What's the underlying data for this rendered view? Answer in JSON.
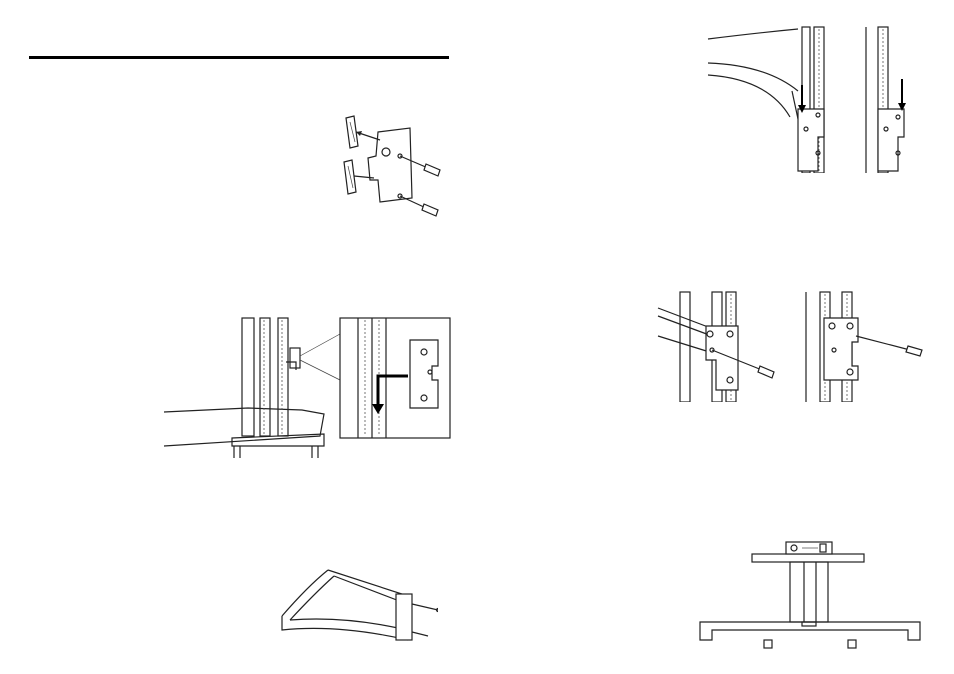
{
  "page": {
    "left_column": {
      "figures": [
        {
          "name": "bracket-spacer-exploded-figure"
        },
        {
          "name": "column-bracket-insert-figure"
        },
        {
          "name": "curved-shelf-frame-figure"
        }
      ]
    },
    "right_column": {
      "figures": [
        {
          "name": "shelf-hook-into-column-figure"
        },
        {
          "name": "bracket-screw-attach-figure"
        },
        {
          "name": "level-check-figure"
        }
      ]
    }
  }
}
